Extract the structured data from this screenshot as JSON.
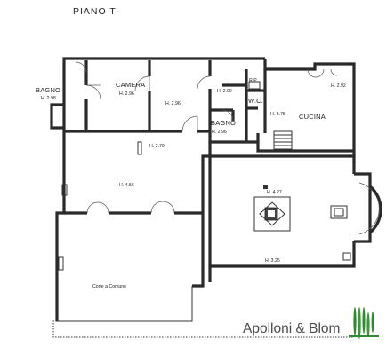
{
  "title": "PIANO   T",
  "rooms": {
    "bagno_left": {
      "name": "BAGNO",
      "height": "H. 2.98"
    },
    "camera": {
      "name": "CAMERA",
      "height": "H. 2.96"
    },
    "room_mid": {
      "height": "H. 2.96"
    },
    "room_small": {
      "height": "H. 2.99"
    },
    "rip": {
      "name": "RIP"
    },
    "wc": {
      "name": "W.C."
    },
    "bagno_mid": {
      "name": "BAGNO",
      "height": "H. 2.96"
    },
    "cucina": {
      "name": "CUCINA",
      "height_a": "H. 3.75",
      "height_b": "H. 2.92"
    },
    "corridor": {
      "height": "H. 2.70"
    },
    "salone": {
      "height": "H. 4.56"
    },
    "soggiorno": {
      "height_a": "H. 4.27",
      "height_b": "H. 3.25"
    },
    "corte": {
      "name": "Corte a Comune"
    }
  },
  "logo": {
    "text": "Apolloni & Blom",
    "accent": "#2f8a2f"
  }
}
